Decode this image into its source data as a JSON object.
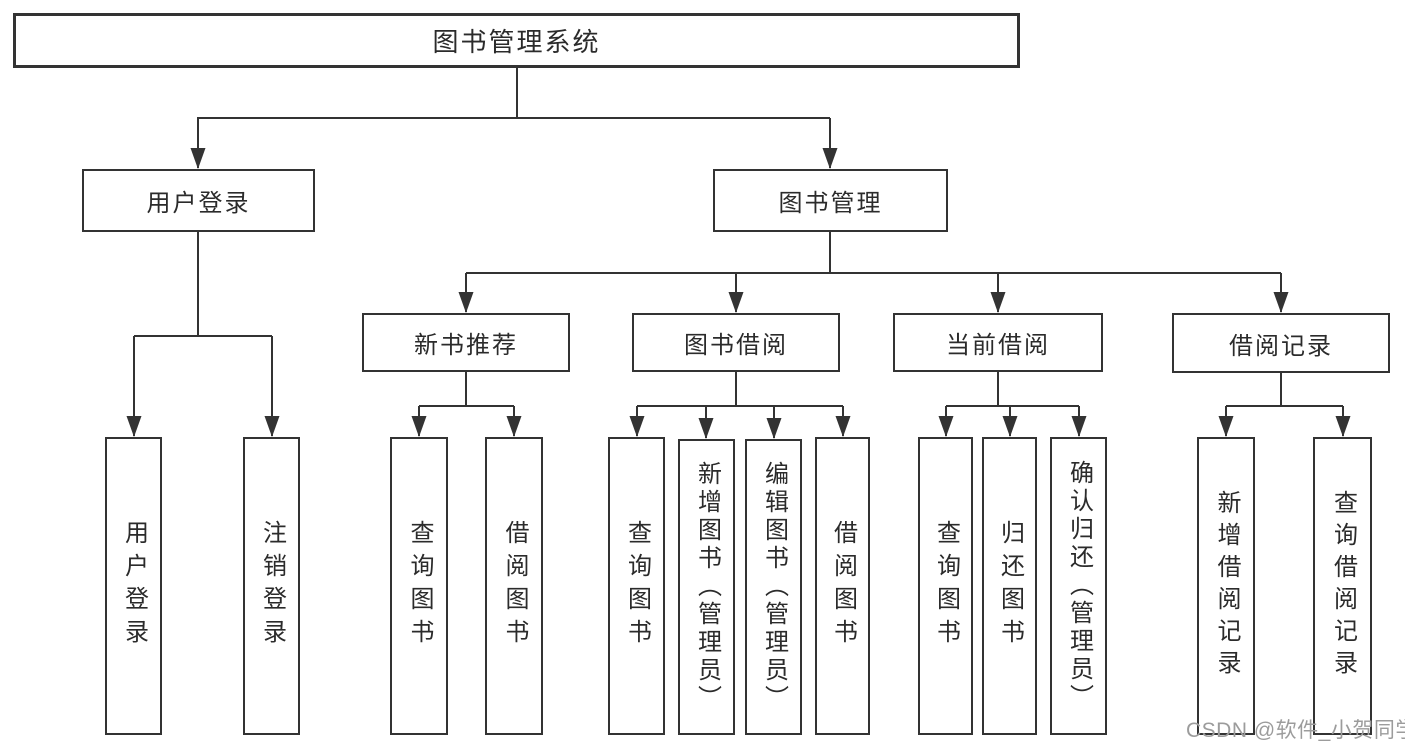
{
  "colors": {
    "line": "#333333",
    "box_border": "#333333",
    "text": "#2b2b2b",
    "watermark": "#9c9c9c",
    "background": "#ffffff"
  },
  "tree": {
    "root": {
      "label": "图书管理系统"
    },
    "branches": [
      {
        "label": "用户登录",
        "children": [
          {
            "label": "用户登录"
          },
          {
            "label": "注销登录"
          }
        ]
      },
      {
        "label": "图书管理",
        "groups": [
          {
            "label": "新书推荐",
            "children": [
              {
                "label": "查询图书"
              },
              {
                "label": "借阅图书"
              }
            ]
          },
          {
            "label": "图书借阅",
            "children": [
              {
                "label": "查询图书"
              },
              {
                "label": "新增图书（管理员）"
              },
              {
                "label": "编辑图书（管理员）"
              },
              {
                "label": "借阅图书"
              }
            ]
          },
          {
            "label": "当前借阅",
            "children": [
              {
                "label": "查询图书"
              },
              {
                "label": "归还图书"
              },
              {
                "label": "确认归还（管理员）"
              }
            ]
          },
          {
            "label": "借阅记录",
            "children": [
              {
                "label": "新增借阅记录"
              },
              {
                "label": "查询借阅记录"
              }
            ]
          }
        ]
      }
    ]
  },
  "watermark": {
    "text": "CSDN @软件_小贺同学"
  }
}
